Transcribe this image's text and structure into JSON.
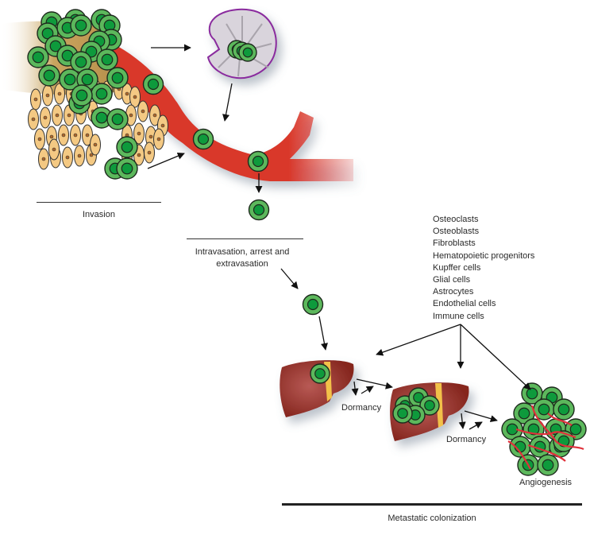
{
  "stages": {
    "invasion": "Invasion",
    "intravasation_line1": "Intravasation, arrest and",
    "intravasation_line2": "extravasation",
    "colonization": "Metastatic colonization"
  },
  "labels": {
    "dormancy_1": "Dormancy",
    "dormancy_2": "Dormancy",
    "angiogenesis": "Angiogenesis"
  },
  "stromal_cells": [
    "Osteoclasts",
    "Osteoblasts",
    "Fibroblasts",
    "Hematopoietic progenitors",
    "Kupffer cells",
    "Glial cells",
    "Astrocytes",
    "Endothelial cells",
    "Immune cells"
  ],
  "colors": {
    "tumor_cell_outer": "#5cb85c",
    "tumor_cell_inner": "#0e9a3c",
    "vessel": "#d9382a",
    "liver": "#8e2b23",
    "bile": "#f2c14a",
    "epithelial": "#f4c983",
    "platelet": "#d9d4dc",
    "platelet_border": "#8a2a9e",
    "tissue": "#c9a45f"
  }
}
